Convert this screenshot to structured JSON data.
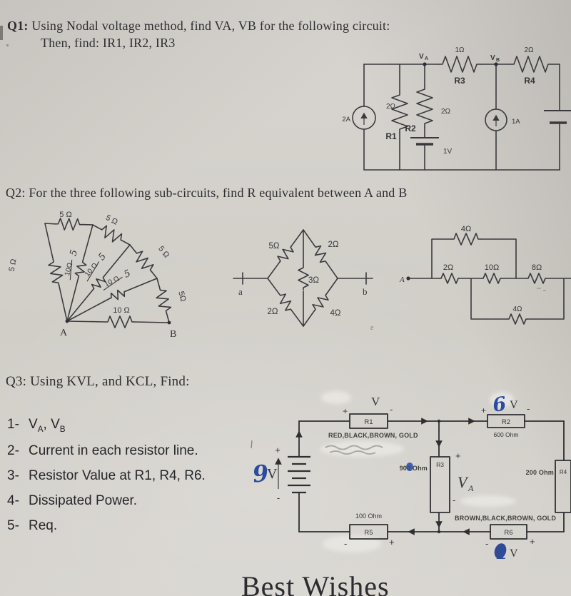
{
  "colors": {
    "paper": "#d4d1cb",
    "ink": "#35353a",
    "blue": "#2c4b9e"
  },
  "q1": {
    "label": "Q1:",
    "line1": "Using Nodal voltage method, find VA, VB for the following circuit:",
    "line2": "Then, find: IR1, IR2, IR3",
    "circuit": {
      "src_left": "2A",
      "r1_val": "2Ω",
      "r1_name": "R1",
      "r2_name": "R2",
      "r2_val": "2Ω",
      "bat_val": "1V",
      "va": "V",
      "va_sub": "A",
      "r3_val": "1Ω",
      "r3_name": "R3",
      "vb": "V",
      "vb_sub": "B",
      "r4_val": "2Ω",
      "r4_name": "R4",
      "src_right": "1A"
    }
  },
  "q2": {
    "label": "Q2:",
    "heading": "For the three following sub-circuits, find R equivalent between A and B",
    "fan": {
      "left_val": "5 Ω",
      "top_val": "5 Ω",
      "arc2_val": "5 Ω",
      "arc3_val": "5 Ω",
      "arc4_val": "5Ω",
      "spoke1_val": "10Ω",
      "spoke2_val": "10 Ω",
      "spoke3_val": "10 Ω",
      "note1": "5",
      "note2": "5",
      "note3": "5",
      "bottom_val": "10 Ω",
      "term_a": "A",
      "term_b": "B"
    },
    "bridge": {
      "tl": "5Ω",
      "tr": "2Ω",
      "bl": "2Ω",
      "br": "4Ω",
      "mid": "3Ω",
      "term_a": "a",
      "term_b": "b",
      "stray": "e"
    },
    "ladder": {
      "top_val": "4Ω",
      "r1_val": "2Ω",
      "r2_val": "10Ω",
      "r3_val": "8Ω",
      "bottom_val": "4Ω",
      "term_a": "A"
    }
  },
  "q3": {
    "label": "Q3:",
    "heading": "Using KVL, and KCL, Find:",
    "items": [
      {
        "num": "1-",
        "v1": "V",
        "s1": "A",
        "sep": ", ",
        "v2": "V",
        "s2": "B"
      },
      {
        "num": "2-",
        "text": "Current in each resistor line."
      },
      {
        "num": "3-",
        "text": "Resistor Value at R1, R4, R6."
      },
      {
        "num": "4-",
        "text": "Dissipated Power."
      },
      {
        "num": "5-",
        "text": "Req."
      }
    ],
    "circuit": {
      "bat_hand": "9",
      "bat_unit": "V",
      "bat_plus": "+",
      "bat_minus": "-",
      "r1_name": "R1",
      "r1_plus": "+",
      "r1_volt": "V",
      "r1_minus": "-",
      "r1_code": "RED,BLACK,BROWN, GOLD",
      "r2_name": "R2",
      "r2_plus": "+",
      "r2_hand": "6",
      "r2_volt": "V",
      "r2_minus": "-",
      "r2_val": "600 Ohm",
      "r3_name": "R3",
      "r3_val": "900 Ohm",
      "r3_plus": "+",
      "r3_volt": "V",
      "r3_sub": "A",
      "r3_minus": "-",
      "r4_name": "R4",
      "r4_val": "200 Ohm",
      "r5_name": "R5",
      "r5_val": "100 Ohm",
      "r5_minus": "-",
      "r5_plus": "+",
      "r6_name": "R6",
      "r6_code": "BROWN,BLACK,BROWN, GOLD",
      "r6_minus": "-",
      "r6_hand": "1",
      "r6_volt": "V",
      "r6_plus": "+"
    }
  },
  "footer": "Best Wishes"
}
